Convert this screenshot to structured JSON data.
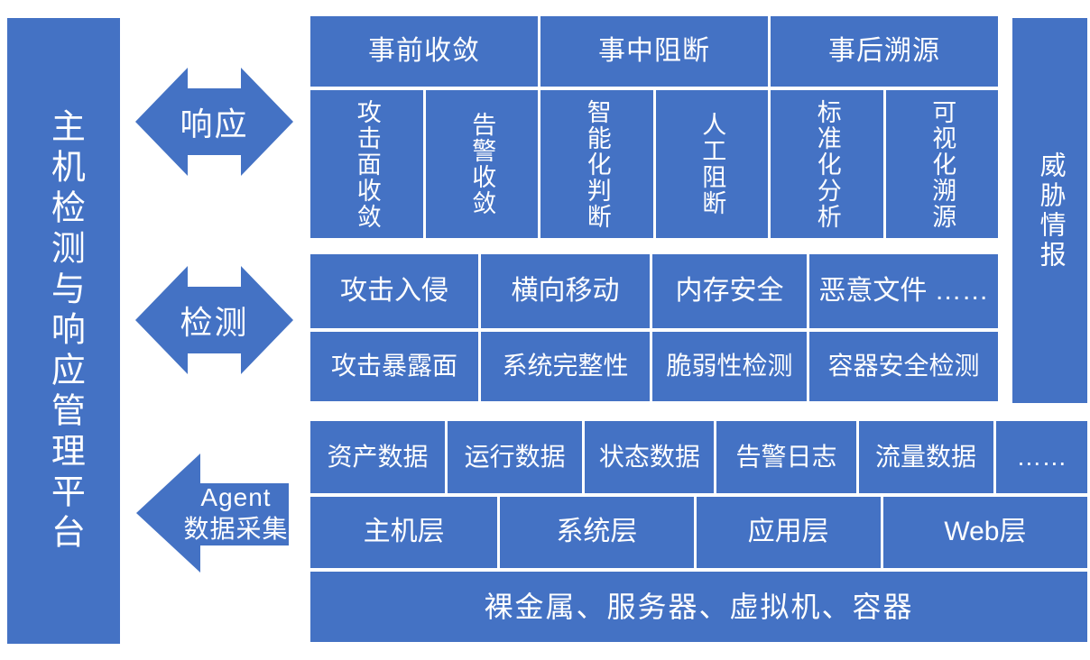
{
  "colors": {
    "primary": "#4472C4",
    "text": "#FFFFFF",
    "background": "#FFFFFF"
  },
  "left_bar": {
    "title": "主机检测与响应管理平台"
  },
  "right_bar": {
    "title": "威胁情报"
  },
  "arrows": {
    "response": {
      "label": "响应",
      "type": "double-headed"
    },
    "detection": {
      "label": "检测",
      "type": "double-headed"
    },
    "agent": {
      "label_line1": "Agent",
      "label_line2": "数据采集",
      "type": "left"
    }
  },
  "top_section": {
    "groups": [
      {
        "header": "事前收敛",
        "items": [
          "攻击面收敛",
          "告警收敛"
        ]
      },
      {
        "header": "事中阻断",
        "items": [
          "智能化判断",
          "人工阻断"
        ]
      },
      {
        "header": "事后溯源",
        "items": [
          "标准化分析",
          "可视化溯源"
        ]
      }
    ]
  },
  "middle_section": {
    "row1": [
      "攻击入侵",
      "横向移动",
      "内存安全",
      "恶意文件 ……"
    ],
    "row2": [
      "攻击暴露面",
      "系统完整性",
      "脆弱性检测",
      "容器安全检测"
    ]
  },
  "bottom_section": {
    "row1": [
      "资产数据",
      "运行数据",
      "状态数据",
      "告警日志",
      "流量数据",
      "……"
    ],
    "row2": [
      "主机层",
      "系统层",
      "应用层",
      "Web层"
    ],
    "row3": "裸金属、服务器、虚拟机、容器"
  }
}
